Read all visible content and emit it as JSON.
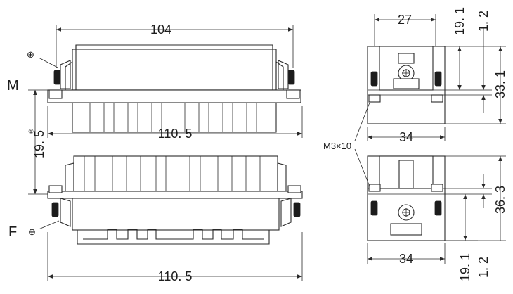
{
  "labels": {
    "male": "M",
    "female": "F",
    "ground_symbol": "⊕",
    "screw_note": "M3×10",
    "footnote_mark": "①"
  },
  "dimensions": {
    "top_width": "104",
    "male_total_width": "110. 5",
    "female_total_width": "110. 5",
    "gap_height": "19. 5",
    "side_top_width": "27",
    "side_top_h1": "19. 1",
    "side_top_h2": "1. 2",
    "side_top_h3": "33. 1",
    "side_top_bottom_width": "34",
    "side_bottom_width": "34",
    "side_bottom_h1": "36. 3",
    "side_bottom_h2": "19. 1",
    "side_bottom_h3": "1. 2"
  }
}
